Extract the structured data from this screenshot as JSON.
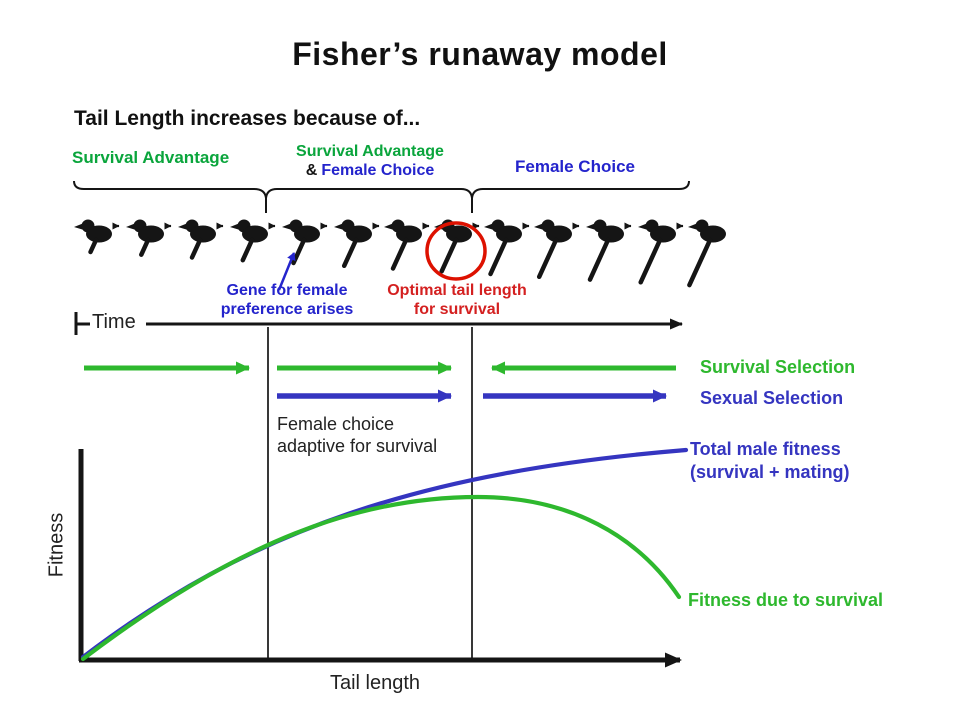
{
  "slide_title": "Fisher’s runaway model",
  "colors": {
    "diagram_green": "#0aa53c",
    "diagram_blue": "#2424cc",
    "annotation_red": "#d42020",
    "arrow_green": "#2eb82e",
    "arrow_blue": "#3535c0",
    "ink_black": "#151515"
  },
  "top_diagram": {
    "heading": "Tail Length increases because of...",
    "phase_labels": {
      "phase1": "Survival Advantage",
      "phase2_line1": "Survival Advantage",
      "phase2_amp": "&",
      "phase2_line2": "Female Choice",
      "phase3": "Female Choice"
    },
    "annotations": {
      "gene_line1": "Gene for female",
      "gene_line2": "preference arises",
      "optimal_line1": "Optimal tail length",
      "optimal_line2": "for survival"
    },
    "time_axis_label": "Time"
  },
  "selection_arrows": {
    "survival_selection_label": "Survival Selection",
    "sexual_selection_label": "Sexual Selection"
  },
  "note": {
    "line1": "Female choice",
    "line2": "adaptive for survival"
  },
  "fitness_graph": {
    "y_axis_label": "Fitness",
    "x_axis_label": "Tail length",
    "total_fitness_label_line1": "Total male fitness",
    "total_fitness_label_line2": "(survival + mating)",
    "survival_fitness_label": "Fitness due to survival"
  },
  "chart_data": {
    "type": "line",
    "title": "Fitness vs Tail length (qualitative, no numeric ticks)",
    "xlabel": "Tail length",
    "ylabel": "Fitness",
    "axis_ranges": "qualitative 0–1 normalized; no tick labels shown",
    "series": [
      {
        "name": "Total male fitness (survival + mating)",
        "color": "#3535c0",
        "shape": "monotonically increasing, concave down",
        "points_norm": [
          [
            0,
            0
          ],
          [
            0.31,
            0.56
          ],
          [
            0.65,
            0.88
          ],
          [
            1.0,
            1.0
          ]
        ]
      },
      {
        "name": "Fitness due to survival",
        "color": "#2eb82e",
        "shape": "rises to a maximum then declines",
        "peak_x_norm": 0.66,
        "points_norm": [
          [
            0,
            0
          ],
          [
            0.31,
            0.54
          ],
          [
            0.66,
            0.78
          ],
          [
            1.0,
            0.3
          ]
        ]
      }
    ],
    "reference_lines_x_norm": [
      0.31,
      0.65
    ],
    "legend_position": "labels beside curve endpoints, right side"
  }
}
